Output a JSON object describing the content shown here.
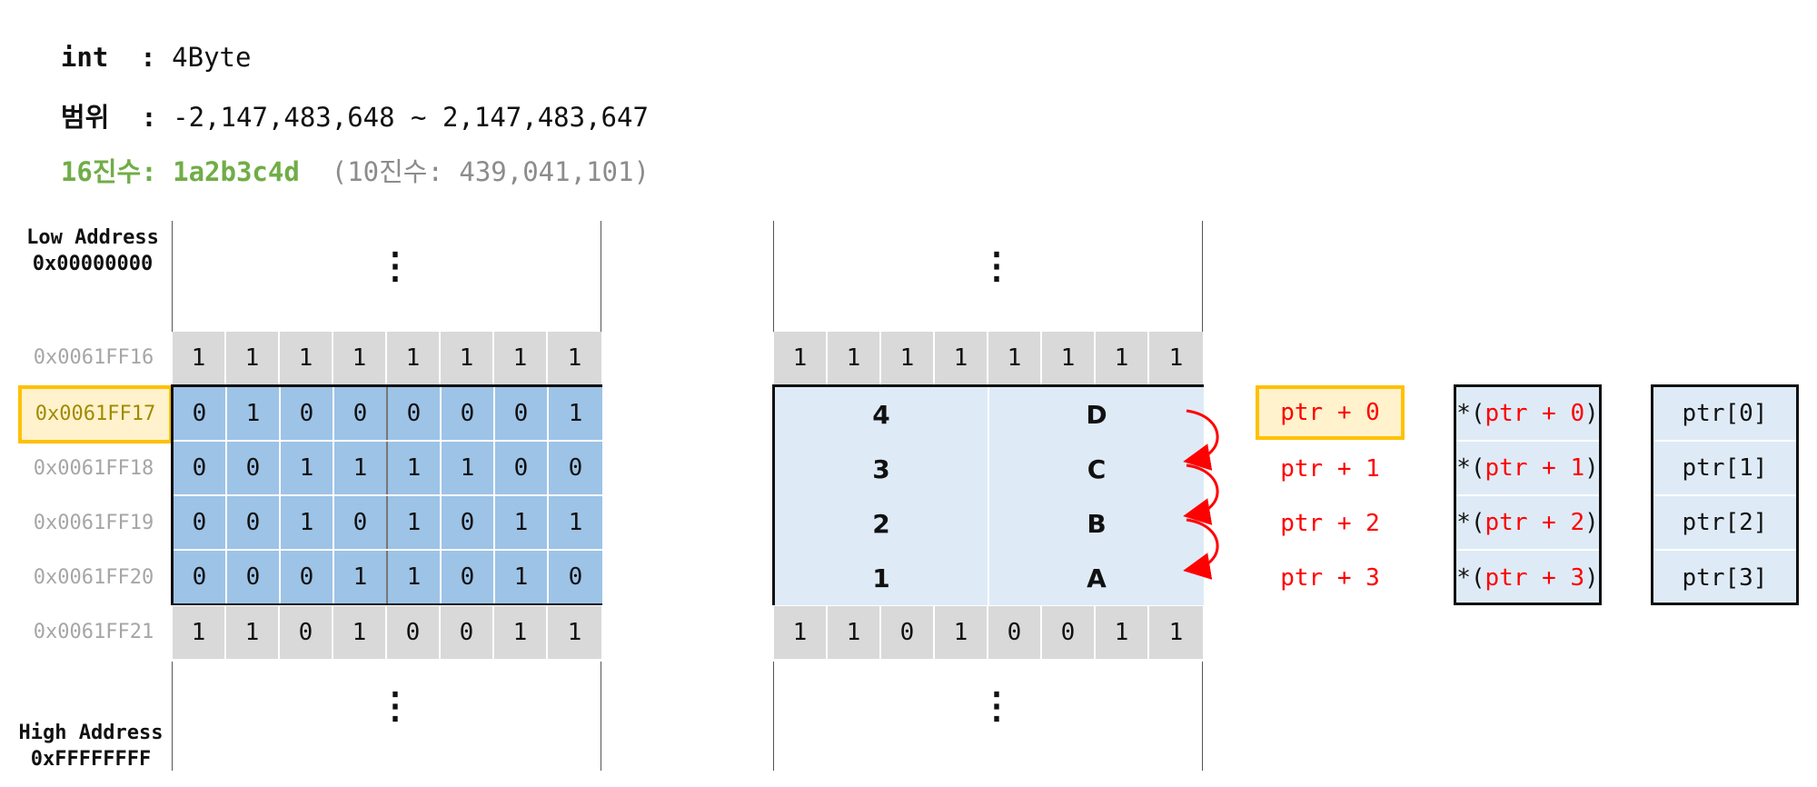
{
  "header": {
    "int_key": "int",
    "int_sep": "  : ",
    "int_val": "4Byte",
    "range_key": "범위",
    "range_sep": "  : ",
    "range_val": "-2,147,483,648 ~ 2,147,483,647",
    "hex_key": "16진수: ",
    "hex_val": "1a2b3c4d",
    "dec_note": "  (10진수: 439,041,101)"
  },
  "edges": {
    "low_title": "Low Address",
    "low_addr": "0x00000000",
    "high_title": "High Address",
    "high_addr": "0xFFFFFFFF"
  },
  "ellipsis": "⋮",
  "addresses": [
    "0x0061FF16",
    "0x0061FF17",
    "0x0061FF18",
    "0x0061FF19",
    "0x0061FF20",
    "0x0061FF21"
  ],
  "left_bits": {
    "top": [
      "1",
      "1",
      "1",
      "1",
      "1",
      "1",
      "1",
      "1"
    ],
    "data": [
      [
        "0",
        "1",
        "0",
        "0",
        "0",
        "0",
        "0",
        "1"
      ],
      [
        "0",
        "0",
        "1",
        "1",
        "1",
        "1",
        "0",
        "0"
      ],
      [
        "0",
        "0",
        "1",
        "0",
        "1",
        "0",
        "1",
        "1"
      ],
      [
        "0",
        "0",
        "0",
        "1",
        "1",
        "0",
        "1",
        "0"
      ]
    ],
    "bottom": [
      "1",
      "1",
      "0",
      "1",
      "0",
      "0",
      "1",
      "1"
    ]
  },
  "right_bits": {
    "top": [
      "1",
      "1",
      "1",
      "1",
      "1",
      "1",
      "1",
      "1"
    ],
    "bottom": [
      "1",
      "1",
      "0",
      "1",
      "0",
      "0",
      "1",
      "1"
    ]
  },
  "hex_rows": [
    {
      "hi": "4",
      "lo": "D"
    },
    {
      "hi": "3",
      "lo": "C"
    },
    {
      "hi": "2",
      "lo": "B"
    },
    {
      "hi": "1",
      "lo": "A"
    }
  ],
  "pointers": [
    "ptr + 0",
    "ptr + 1",
    "ptr + 2",
    "ptr + 3"
  ],
  "deref": {
    "prefix": "*(",
    "suffix": ")",
    "inner": [
      "ptr + 0",
      "ptr + 1",
      "ptr + 2",
      "ptr + 3"
    ]
  },
  "index": [
    "ptr[0]",
    "ptr[1]",
    "ptr[2]",
    "ptr[3]"
  ],
  "colors": {
    "accent_green": "#70ad47",
    "pointer_red": "#ff0000",
    "highlight_border": "#ffc000",
    "highlight_fill": "#fff2cc",
    "bit_blue": "#9dc3e6",
    "hex_light_blue": "#deebf7",
    "bit_gray": "#d9d9d9"
  }
}
